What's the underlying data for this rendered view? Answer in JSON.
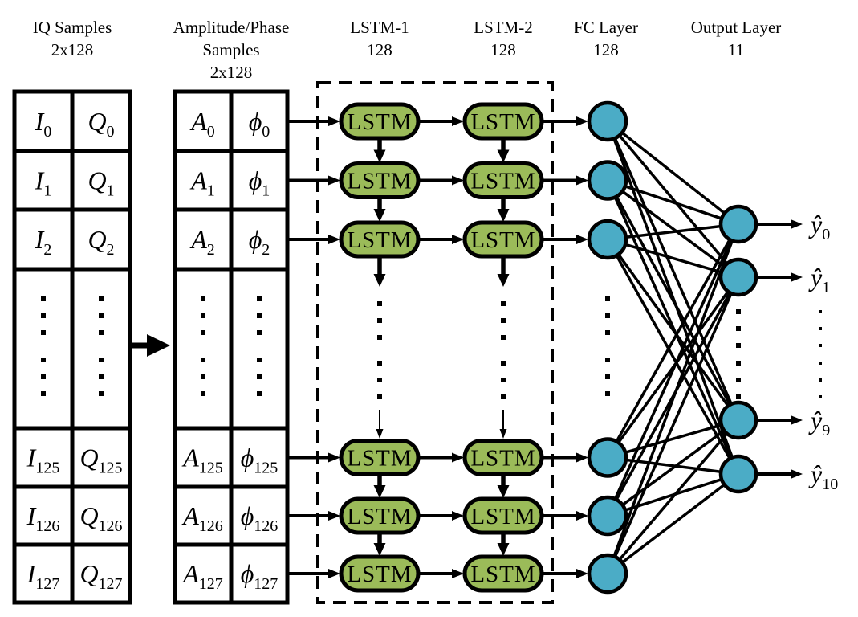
{
  "colors": {
    "lstm_fill": "#9BBB59",
    "node_fill": "#4BACC6",
    "stroke": "#000000",
    "background": "#FFFFFF"
  },
  "headers": {
    "iq": {
      "lines": [
        "IQ Samples",
        "2x128"
      ]
    },
    "amplitude_phase": {
      "lines": [
        "Amplitude/Phase",
        "Samples",
        "2x128"
      ]
    },
    "lstm1": {
      "lines": [
        "LSTM-1",
        "128"
      ]
    },
    "lstm2": {
      "lines": [
        "LSTM-2",
        "128"
      ]
    },
    "fc": {
      "lines": [
        "FC Layer",
        "128"
      ]
    },
    "output": {
      "lines": [
        "Output Layer",
        "11"
      ]
    }
  },
  "iq_table": {
    "rows": [
      {
        "l": "I",
        "ls": "0",
        "r": "Q",
        "rs": "0"
      },
      {
        "l": "I",
        "ls": "1",
        "r": "Q",
        "rs": "1"
      },
      {
        "l": "I",
        "ls": "2",
        "r": "Q",
        "rs": "2"
      },
      {
        "l": "I",
        "ls": "125",
        "r": "Q",
        "rs": "125"
      },
      {
        "l": "I",
        "ls": "126",
        "r": "Q",
        "rs": "126"
      },
      {
        "l": "I",
        "ls": "127",
        "r": "Q",
        "rs": "127"
      }
    ]
  },
  "ap_table": {
    "rows": [
      {
        "l": "A",
        "ls": "0",
        "r": "ϕ",
        "rs": "0"
      },
      {
        "l": "A",
        "ls": "1",
        "r": "ϕ",
        "rs": "1"
      },
      {
        "l": "A",
        "ls": "2",
        "r": "ϕ",
        "rs": "2"
      },
      {
        "l": "A",
        "ls": "125",
        "r": "ϕ",
        "rs": "125"
      },
      {
        "l": "A",
        "ls": "126",
        "r": "ϕ",
        "rs": "126"
      },
      {
        "l": "A",
        "ls": "127",
        "r": "ϕ",
        "rs": "127"
      }
    ]
  },
  "lstm_block_label": "LSTM",
  "output_labels": [
    {
      "base": "ŷ",
      "sub": "0"
    },
    {
      "base": "ŷ",
      "sub": "1"
    },
    {
      "base": "ŷ",
      "sub": "9"
    },
    {
      "base": "ŷ",
      "sub": "10"
    }
  ]
}
